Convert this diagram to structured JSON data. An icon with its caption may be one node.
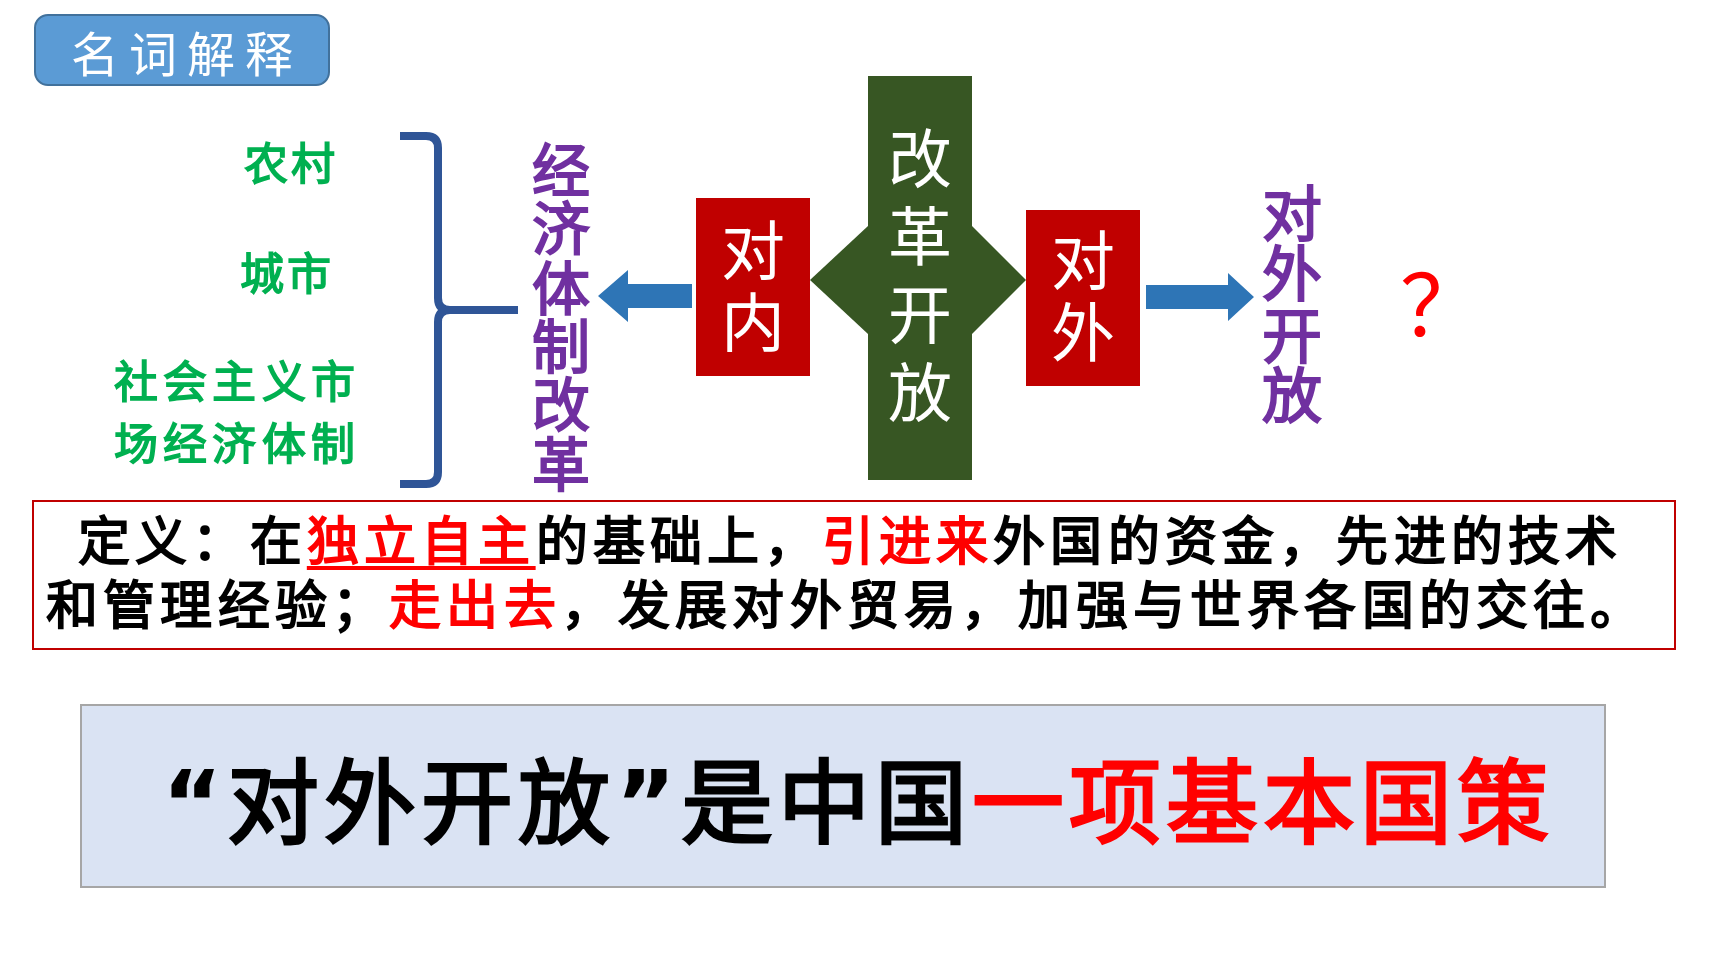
{
  "diagram": {
    "title": "名词解释",
    "nodes": [
      {
        "text": [
          "经济体制改革"
        ]
      },
      {
        "text": [
          "对内"
        ]
      },
      {
        "text": [
          "改革开放"
        ]
      },
      {
        "text": [
          "对外"
        ]
      },
      {
        "text": [
          "对外开放"
        ]
      },
      {
        "text": [
          "定义：在**独立自主**的基础上，**引进来**外国的资金，先进的技术和管理经验；**走出去**，发展对外贸易，加强与世界各国的交往。"
        ]
      },
      {
        "text": [
          "“对外开放”是中国**一项基本国策**"
        ]
      }
    ],
    "edges": [
      {
        "from": 2,
        "to": 1,
        "arrow": "to",
        "color": "#375623"
      },
      {
        "from": 2,
        "to": 3,
        "arrow": "to",
        "color": "#375623"
      },
      {
        "from": 1,
        "to": 0,
        "arrow": "to",
        "color": "#2e75b6"
      },
      {
        "from": 3,
        "to": 4,
        "arrow": "to",
        "color": "#2e75b6"
      }
    ],
    "labels": [
      "农村",
      "城市",
      "社会主义市场经济体制",
      "？"
    ]
  }
}
